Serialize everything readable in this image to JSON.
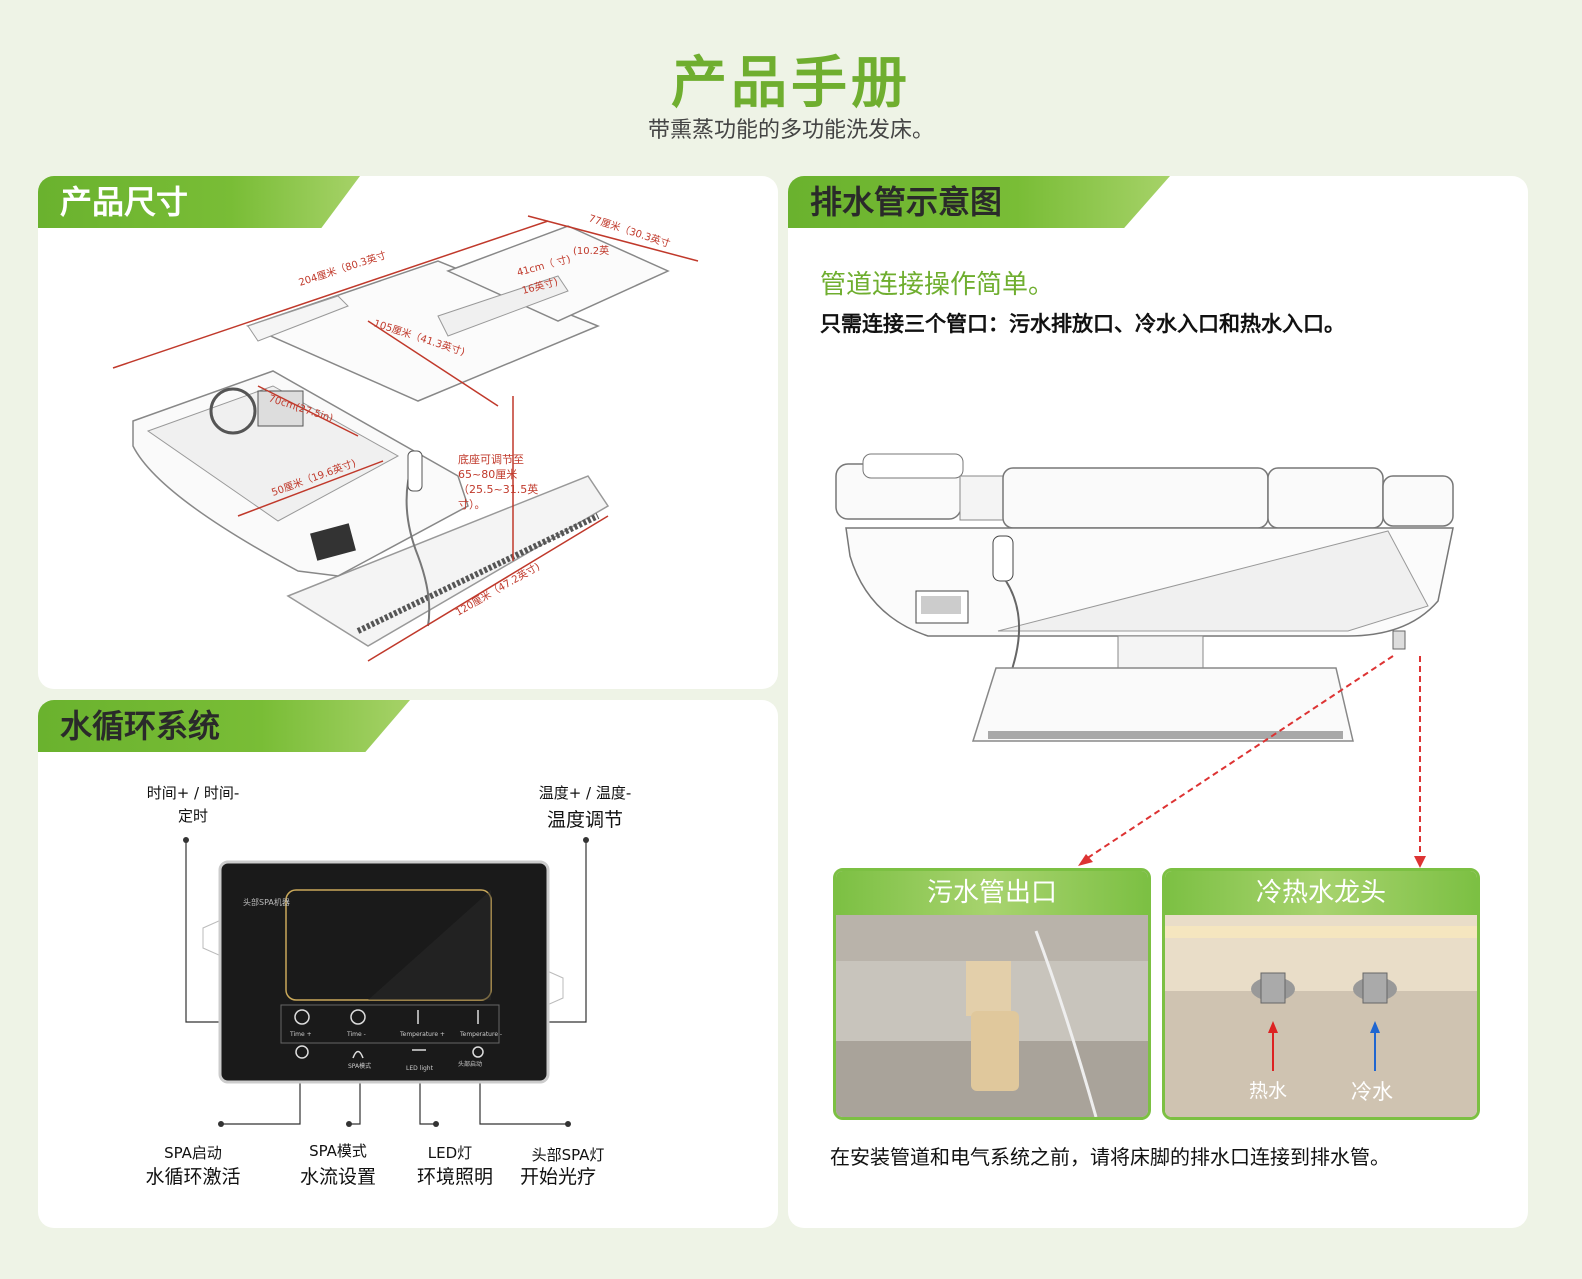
{
  "header": {
    "title": "产品手册",
    "subtitle": "带熏蒸功能的多功能洗发床。"
  },
  "dimensions": {
    "tab": "产品尺寸",
    "labels": {
      "total_length": "204厘米（80.3英寸",
      "width_top": "77厘米（30.3英寸",
      "width_cm": "(10.2英",
      "pillow": "41cm（ 寸)",
      "pillow_in": "16英寸)",
      "bed_length": "105厘米（41.3英寸)",
      "basin": "70cm(27.5in)",
      "basin_w": "50厘米（19.6英寸)",
      "height": "底座可调节至65~80厘米（25.5~31.5英寸）。",
      "base": "120厘米（47.2英寸)"
    }
  },
  "water": {
    "tab": "水循环系统",
    "labels": {
      "time_top": "时间+ / 时间-",
      "time_sub": "定时",
      "temp_top": "温度+ / 温度-",
      "temp_sub": "温度调节",
      "spa_start_top": "SPA启动",
      "spa_start_sub": "水循环激活",
      "spa_mode_top": "SPA模式",
      "spa_mode_sub": "水流设置",
      "led_top": "LED灯",
      "led_sub": "环境照明",
      "head_top": "头部SPA灯",
      "head_sub": "开始光疗"
    },
    "panel": {
      "brand": "头部SPA机器",
      "btn_time_plus": "Time +",
      "btn_time_minus": "Time -",
      "btn_temp_plus": "Temperature +",
      "btn_temp_minus": "Temperature -",
      "btn_spa": "SPA模式",
      "btn_led": "LED light",
      "btn_head": "头部启动"
    }
  },
  "drain": {
    "tab": "排水管示意图",
    "title": "管道连接操作简单。",
    "text": "只需连接三个管口：污水排放口、冷水入口和热水入口。",
    "photo_left": "污水管出口",
    "photo_right": "冷热水龙头",
    "hot": "热水",
    "cold": "冷水",
    "note": "在安装管道和电气系统之前，请将床脚的排水口连接到排水管。"
  },
  "colors": {
    "accent": "#6fae2f",
    "tab_green": "#6ab22e",
    "dim_red": "#c0392b"
  }
}
